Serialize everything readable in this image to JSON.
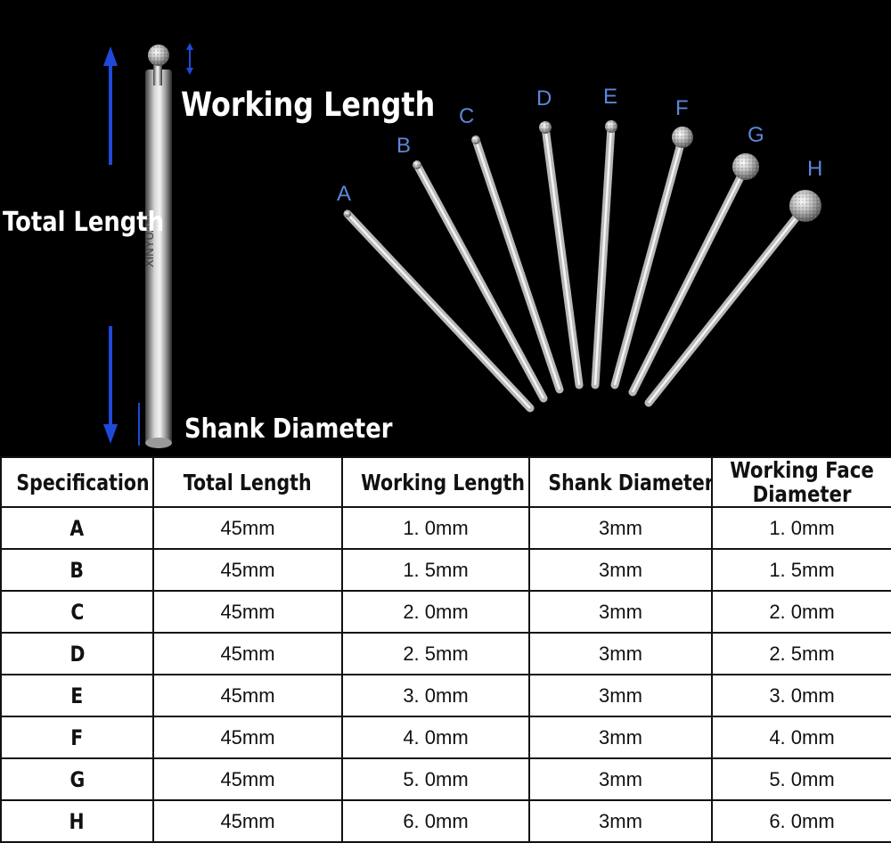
{
  "labels": {
    "working_length": "Working Length",
    "total_length": "Total Length",
    "shank_diameter": "Shank Diameter"
  },
  "burr_letters": [
    "A",
    "B",
    "C",
    "D",
    "E",
    "F",
    "G",
    "H"
  ],
  "colors": {
    "background": "#000000",
    "label_text": "#ffffff",
    "letter_blue": "#5b87d9",
    "arrow_blue": "#1f49d9",
    "table_border": "#111111"
  },
  "table": {
    "headers": [
      "Specification",
      "Total Length",
      "Working Length",
      "Shank Diameter",
      "Working Face Diameter"
    ],
    "rows": [
      [
        "A",
        "45mm",
        "1. 0mm",
        "3mm",
        "1. 0mm"
      ],
      [
        "B",
        "45mm",
        "1. 5mm",
        "3mm",
        "1. 5mm"
      ],
      [
        "C",
        "45mm",
        "2. 0mm",
        "3mm",
        "2. 0mm"
      ],
      [
        "D",
        "45mm",
        "2. 5mm",
        "3mm",
        "2. 5mm"
      ],
      [
        "E",
        "45mm",
        "3. 0mm",
        "3mm",
        "3. 0mm"
      ],
      [
        "F",
        "45mm",
        "4. 0mm",
        "3mm",
        "4. 0mm"
      ],
      [
        "G",
        "45mm",
        "5. 0mm",
        "3mm",
        "5. 0mm"
      ],
      [
        "H",
        "45mm",
        "6. 0mm",
        "3mm",
        "6. 0mm"
      ]
    ]
  }
}
